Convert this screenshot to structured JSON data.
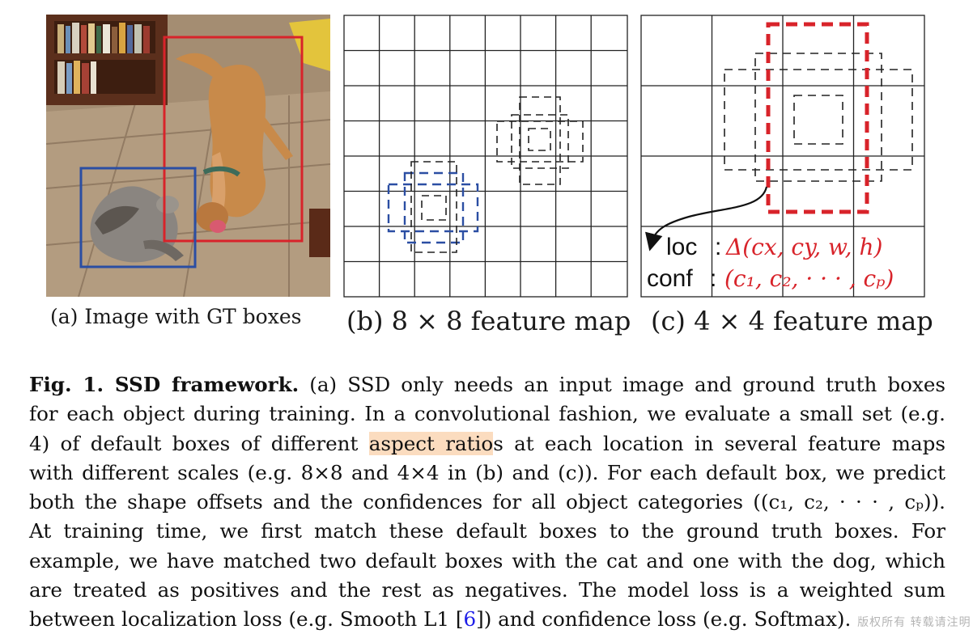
{
  "figure": {
    "panel_a_label": "(a) Image with GT boxes",
    "panel_b_label": "(b) 8 × 8 feature map",
    "panel_c_label": "(c) 4 × 4 feature map",
    "loc_label": "loc",
    "loc_formula": "Δ(cx, cy, w, h)",
    "conf_label": "conf",
    "conf_formula": "(c₁, c₂, · · · , cₚ)",
    "colon": ":",
    "colors": {
      "gt_cat_box": "#2b4ea3",
      "gt_dog_box": "#d8232a",
      "formula": "#d8232a",
      "grid": "#222222",
      "highlight": "#fbdcbf",
      "reference": "#1d1de8"
    }
  },
  "caption": {
    "fig_label": "Fig. 1. SSD framework.",
    "line1": " (a) SSD only needs an input image and ground truth boxes",
    "line2": "for each object during training. In a convolutional fashion, we evaluate a small set (e.g.",
    "line3_pre": "4) of default boxes of different ",
    "line3_highlight": "aspect ratio",
    "line3_post": "s at each location in several feature maps",
    "line4": "with different scales (e.g. 8×8 and 4×4 in (b) and (c)). For each default box, we predict",
    "line5": "both the shape offsets and the confidences for all object categories ((c₁, c₂, · · · , cₚ)).",
    "line6": "At training time, we first match these default boxes to the ground truth boxes. For",
    "line7": "example, we have matched two default boxes with the cat and one with the dog, which",
    "line8": "are treated as positives and the rest as negatives. The model loss is a weighted sum",
    "line9_pre": "between localization loss (e.g. Smooth L1 [",
    "line9_ref": "6",
    "line9_post": "]) and confidence loss (e.g. Softmax).",
    "watermark": "版权所有 转载请注明"
  }
}
